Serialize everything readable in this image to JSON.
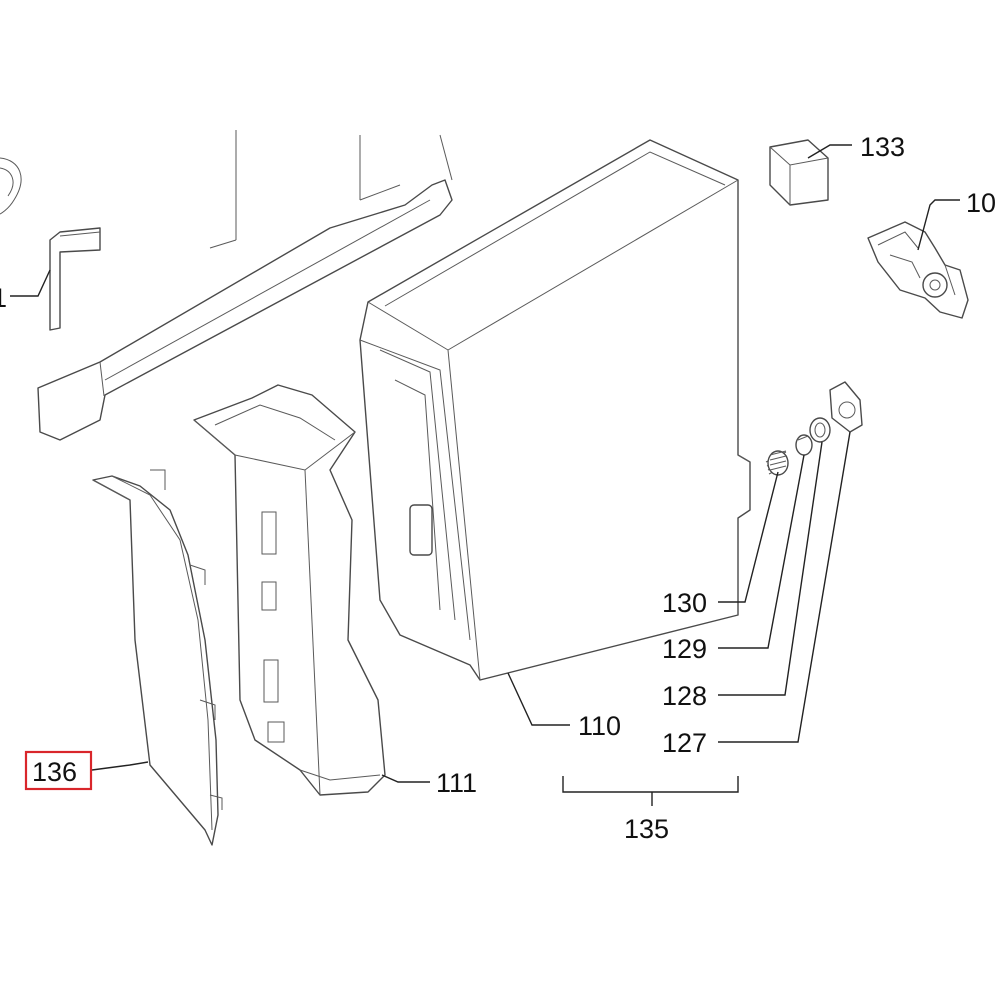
{
  "diagram": {
    "callouts": {
      "c133": "133",
      "c10": "10",
      "c1": "1",
      "c130": "130",
      "c129": "129",
      "c128": "128",
      "c127": "127",
      "c110": "110",
      "c111": "111",
      "c136": "136",
      "c135": "135"
    },
    "highlighted_callout": "136",
    "highlight_color": "#d9262b"
  }
}
